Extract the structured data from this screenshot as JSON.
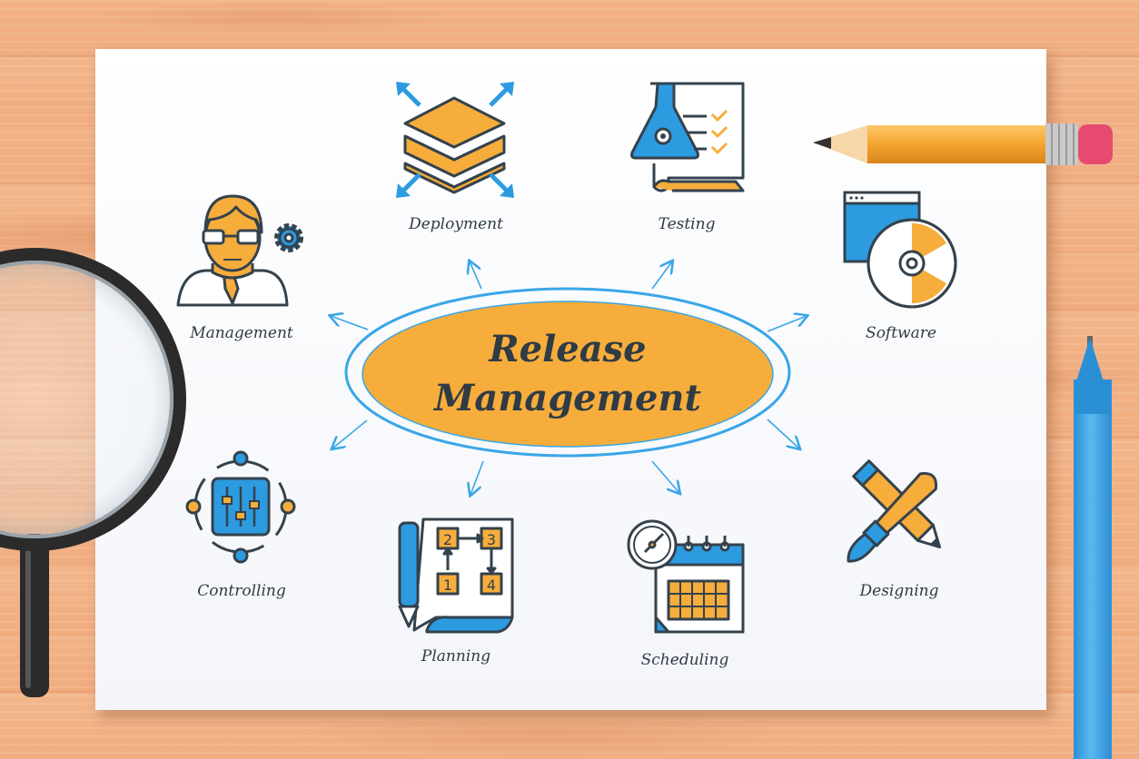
{
  "center": {
    "title_line1": "Release",
    "title_line2": "Management"
  },
  "nodes": [
    {
      "label": "Deployment",
      "icon": "layers-expand-icon"
    },
    {
      "label": "Testing",
      "icon": "flask-checklist-icon"
    },
    {
      "label": "Software",
      "icon": "window-disc-icon"
    },
    {
      "label": "Designing",
      "icon": "pencil-brush-icon"
    },
    {
      "label": "Scheduling",
      "icon": "clock-calendar-icon"
    },
    {
      "label": "Planning",
      "icon": "flowchart-plan-icon"
    },
    {
      "label": "Controlling",
      "icon": "mixer-sliders-icon"
    },
    {
      "label": "Management",
      "icon": "manager-gear-icon"
    }
  ],
  "plan_steps": [
    "2",
    "3",
    "1",
    "4"
  ],
  "colors": {
    "accent_orange": "#f6ad3b",
    "accent_blue": "#2d9be0",
    "outline": "#34424d",
    "arrow_blue": "#3aa6e8",
    "paper": "#ffffff"
  }
}
